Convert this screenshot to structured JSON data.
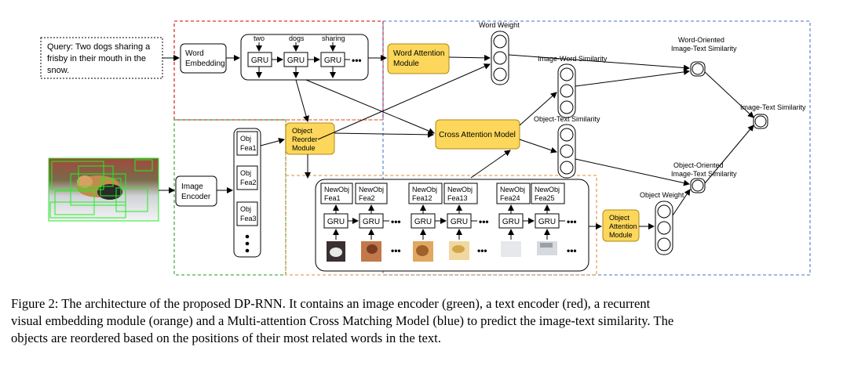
{
  "colors": {
    "text_encoder": "#d9332b",
    "image_encoder": "#4daf4a",
    "recurrent_module": "#e8a060",
    "cross_matching": "#6a8fd0",
    "module_fill": "#fcd75b",
    "module_stroke": "#b08a14",
    "detection_box": "#22ee22"
  },
  "query": {
    "line1": "Query: Two dogs sharing a",
    "line2": "frisby in their mouth in the",
    "line3": "snow."
  },
  "word_embedding": {
    "line1": "Word",
    "line2": "Embedding"
  },
  "text_gru": {
    "words": [
      "two",
      "dogs",
      "sharing"
    ],
    "cell": "GRU",
    "ellipsis": "•••"
  },
  "word_attention": {
    "line1": "Word Attention",
    "line2": "Module"
  },
  "word_weight": "Word Weight",
  "image_word_similarity": "Image-Word Similarity",
  "object_text_similarity": "Object-Text Similarity",
  "cross_attention": "Cross Attention Model",
  "word_oriented": {
    "line1": "Word-Oriented",
    "line2": "Image-Text Similarity"
  },
  "object_oriented": {
    "line1": "Object-Oriented",
    "line2": "Image-Text Similarity"
  },
  "image_text_similarity": "Image-Text Similarity",
  "object_weight": "Object Weight",
  "image_encoder": {
    "line1": "Image",
    "line2": "Encoder"
  },
  "obj_features": [
    {
      "line1": "Obj",
      "line2": "Fea1"
    },
    {
      "line1": "Obj",
      "line2": "Fea2"
    },
    {
      "line1": "Obj",
      "line2": "Fea3"
    }
  ],
  "object_reorder": {
    "line1": "Object",
    "line2": "Reorder",
    "line3": "Module"
  },
  "new_obj": [
    {
      "line1": "NewObj",
      "line2": "Fea1"
    },
    {
      "line1": "NewObj",
      "line2": "Fea2"
    },
    {
      "line1": "NewObj",
      "line2": "Fea12"
    },
    {
      "line1": "NewObj",
      "line2": "Fea13"
    },
    {
      "line1": "NewObj",
      "line2": "Fea24"
    },
    {
      "line1": "NewObj",
      "line2": "Fea25"
    }
  ],
  "object_attention": {
    "line1": "Object",
    "line2": "Attention",
    "line3": "Module"
  },
  "caption": {
    "line1": "Figure 2: The architecture of the proposed DP-RNN. It contains an image encoder (green), a text encoder (red), a recurrent",
    "line2": "visual embedding module (orange) and a Multi-attention Cross Matching Model (blue) to predict the image-text similarity. The",
    "line3": "objects are reordered based on the positions of their most related words in the text."
  }
}
